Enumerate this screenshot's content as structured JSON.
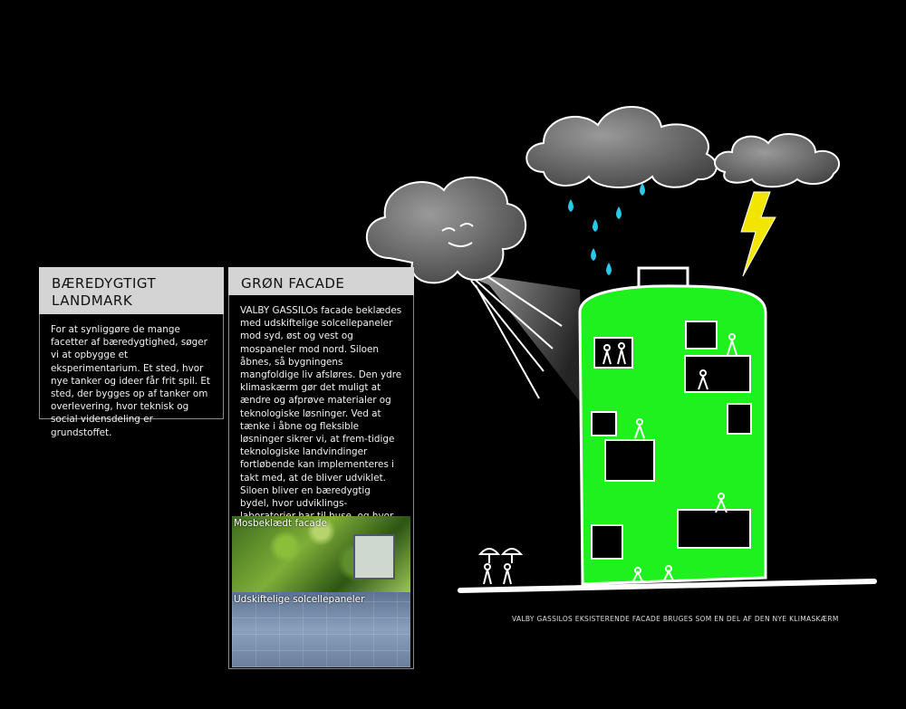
{
  "panels": {
    "landmark": {
      "title_line1": "BÆREDYGTIGT",
      "title_line2": "LANDMARK",
      "text": "For at synliggøre de mange facetter af bæredygtighed, søger vi at opbygge et eksperimentarium. Et sted, hvor nye tanker og ideer får frit spil. Et sted, der bygges op af tanker om overlevering, hvor teknisk og social vidensdeling er grundstoffet."
    },
    "facade": {
      "title": "GRØN FACADE",
      "text": "VALBY GASSILOs facade beklædes med udskiftelige solcellepaneler mod syd, øst og vest og mospaneler mod nord. Siloen åbnes, så bygningens mangfoldige liv afsløres. Den ydre klimaskærm gør det muligt at ændre og afprøve materialer og teknologiske løsninger. Ved at tænke i åbne og fleksible løsninger sikrer vi, at frem-tidige teknologiske landvindinger fortløbende kan implementeres i takt med, at de bliver udviklet. Siloen bliver en bæredygtig bydel, hvor udviklings-laboratorier har til huse, og hvor pilotprojekter kan gennemføres – et eksperimentarium.",
      "photo_moss_label": "Mosbeklædt facade",
      "photo_solar_label": "Udskiftelige solcellepaneler"
    }
  },
  "caption": "VALBY GASSILOS EKSISTERENDE FACADE BRUGES SOM EN DEL AF DEN NYE KLIMASKÆRM",
  "colors": {
    "building": "#1ef11e",
    "cloud": "#6a6a6a",
    "rain": "#29c7e8",
    "lightning": "#f2e600"
  }
}
